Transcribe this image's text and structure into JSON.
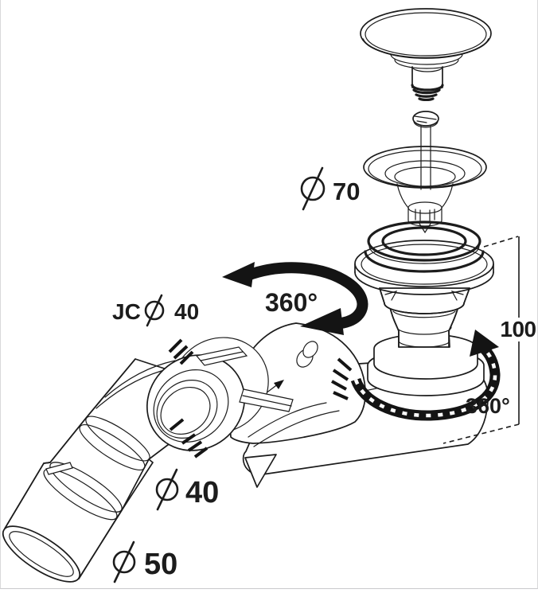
{
  "diagram": {
    "type": "exploded technical drawing",
    "subject": "Bath waste drain with pop-up cap and 360-degree swivel outlet elbow",
    "ink_color": "#1c1c1c",
    "background": "#ffffff",
    "annotations": {
      "cap_strainer_diameter": {
        "symbol": "diameter",
        "value": "70"
      },
      "inlet_connection": {
        "code": "JC",
        "symbol": "diameter",
        "value": "40"
      },
      "swivel_top": {
        "value": "360°"
      },
      "body_height": {
        "value": "100"
      },
      "swivel_bottom": {
        "value": "360°"
      },
      "outlet_diameter_small": {
        "symbol": "diameter",
        "value": "40"
      },
      "outlet_diameter_large": {
        "symbol": "diameter",
        "value": "50"
      }
    },
    "parts": [
      "push-cap",
      "fixing-screw",
      "strainer-flange",
      "seal-rings",
      "drain-riser-body",
      "drain-housing",
      "swivel-nut",
      "outlet-elbow-pipe"
    ]
  }
}
